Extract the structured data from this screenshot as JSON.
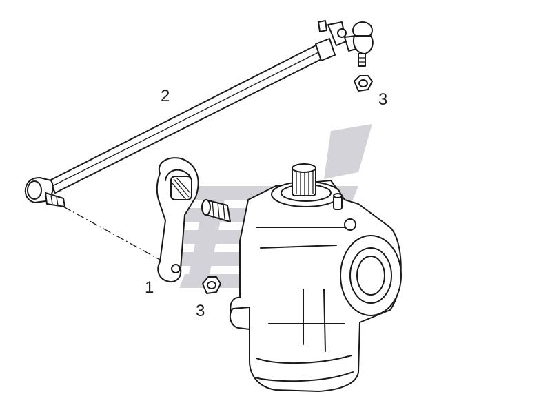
{
  "diagram": {
    "callouts": [
      {
        "id": "c-tie-rod",
        "text": "2"
      },
      {
        "id": "c-nut-top",
        "text": "3"
      },
      {
        "id": "c-pitman-arm",
        "text": "1"
      },
      {
        "id": "c-nut-bottom",
        "text": "3"
      }
    ]
  },
  "colors": {
    "line": "#1a1a1a",
    "watermark": "#c4c4cc",
    "background": "#ffffff"
  }
}
